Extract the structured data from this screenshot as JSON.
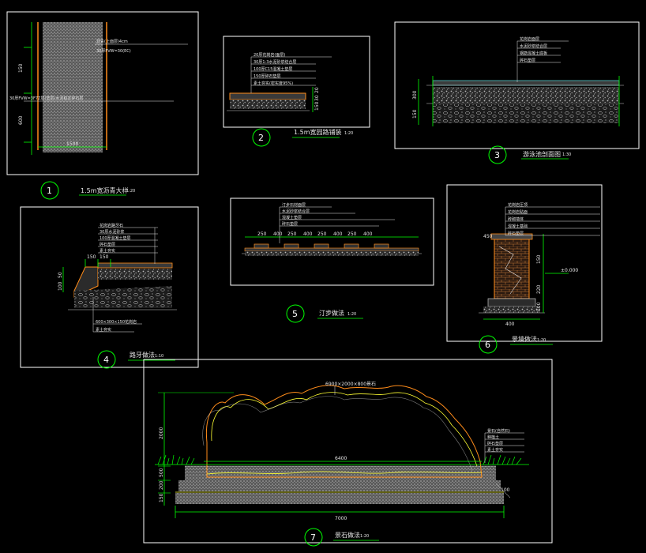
{
  "details": [
    {
      "number": "1",
      "title": "1.5m宽沥青大样",
      "scale": "1:20",
      "labels": [
        "沥青(上面层)4cm",
        "30厚FVW=30(EC)",
        "30厚FVW=3F7Z层(垫层)水泥稳定碎石层"
      ],
      "dims": [
        "150",
        "600",
        "1500"
      ]
    },
    {
      "number": "2",
      "title": "1.5m宽园路铺装",
      "scale": "1:20",
      "labels": [
        "20厚花岗岩(面层)",
        "30厚1:3水泥砂浆结合层",
        "100厚C15混凝土垫层",
        "150厚碎石垫层",
        "素土夯实(密实度95%)"
      ],
      "dims": [
        "20",
        "30",
        "150"
      ]
    },
    {
      "number": "3",
      "title": "游泳池剖面图",
      "scale": "1:30",
      "labels": [
        "花岗岩面层",
        "水泥砂浆结合层",
        "钢筋混凝土底板",
        "碎石垫层"
      ],
      "dims": [
        "300",
        "150"
      ]
    },
    {
      "number": "4",
      "title": "路牙做法",
      "scale": "1:10",
      "labels": [
        "花岗岩路牙石",
        "30厚水泥砂浆",
        "100厚混凝土垫层",
        "碎石垫层",
        "素土夯实"
      ],
      "dims": [
        "150",
        "150",
        "50",
        "100"
      ],
      "bottom_labels": [
        "600×300×150花岗岩",
        "素土夯实"
      ]
    },
    {
      "number": "5",
      "title": "汀步做法",
      "scale": "1:20",
      "labels": [
        "汀步石材面层",
        "水泥砂浆结合层",
        "混凝土垫层",
        "碎石垫层"
      ],
      "dims": [
        "250",
        "400",
        "250",
        "400",
        "250",
        "400",
        "250",
        "400"
      ]
    },
    {
      "number": "6",
      "title": "景墙做法",
      "scale": "1:20",
      "labels": [
        "花岗岩压顶",
        "花岗岩贴面",
        "砖砌墙体",
        "混凝土基础",
        "碎石垫层"
      ],
      "dims": [
        "450",
        "150",
        "220",
        "100",
        "400"
      ],
      "level": "±0.000"
    },
    {
      "number": "7",
      "title": "景石做法",
      "scale": "1:20",
      "top_label": "6900×2000×800景石",
      "labels": [
        "景石(自然石)",
        "种植土",
        "碎石垫层",
        "素土夯实"
      ],
      "dims": [
        "2000",
        "500",
        "200",
        "150"
      ],
      "widths": [
        "6400",
        "7000"
      ],
      "side_dim": "100"
    }
  ],
  "colors": {
    "background": "#000000",
    "frame": "#ffffff",
    "green": "#00ff00",
    "orange": "#ff8c1a",
    "yellow": "#ffff33",
    "cyan": "#66ffff",
    "gray_fill": "#9a9a9a"
  }
}
